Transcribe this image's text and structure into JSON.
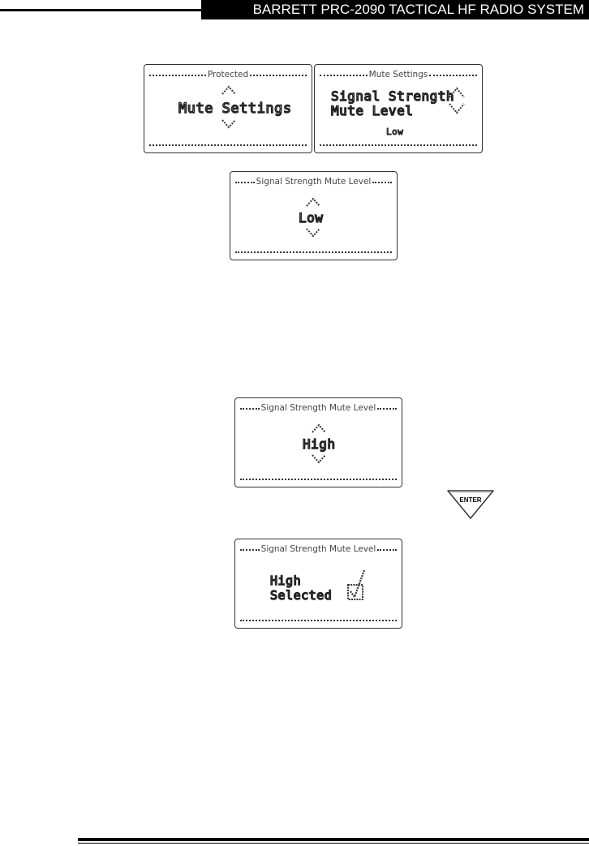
{
  "header": {
    "title": "BARRETT PRC-2090 TACTICAL HF RADIO SYSTEM"
  },
  "screens": {
    "protected": {
      "title": "Protected",
      "item": "Mute Settings"
    },
    "mute_settings": {
      "title": "Mute Settings",
      "line1": "Signal Strength",
      "line2": "Mute Level",
      "value": "Low"
    },
    "ssml_low": {
      "title": "Signal Strength Mute Level",
      "value": "Low"
    },
    "ssml_high": {
      "title": "Signal Strength Mute Level",
      "value": "High"
    },
    "ssml_selected": {
      "title": "Signal Strength Mute Level",
      "line1": "High",
      "line2": "Selected"
    }
  },
  "enter_key": {
    "label": "ENTER"
  },
  "icons": [
    "up-down-arrow-icon",
    "checkbox-tick-icon",
    "enter-key-icon"
  ]
}
